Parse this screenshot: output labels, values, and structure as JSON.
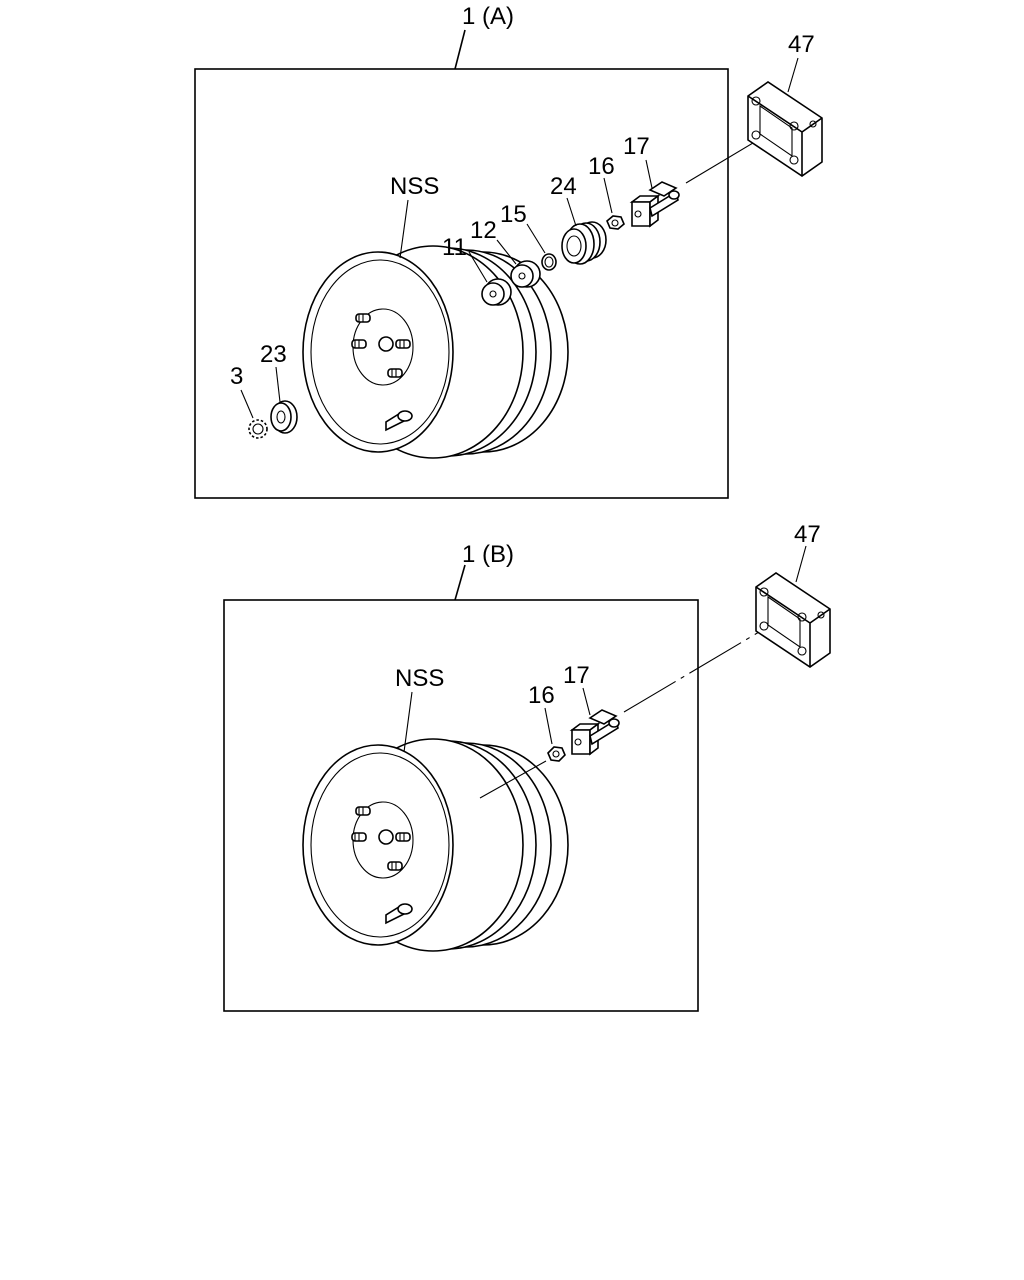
{
  "diagram": {
    "panel_a": {
      "title": "1 (A)",
      "labels": {
        "nss": "NSS",
        "p47": "47",
        "p17": "17",
        "p16": "16",
        "p24": "24",
        "p15": "15",
        "p12": "12",
        "p11": "11",
        "p23": "23",
        "p3": "3"
      }
    },
    "panel_b": {
      "title": "1 (B)",
      "labels": {
        "nss": "NSS",
        "p47": "47",
        "p17": "17",
        "p16": "16"
      }
    }
  }
}
